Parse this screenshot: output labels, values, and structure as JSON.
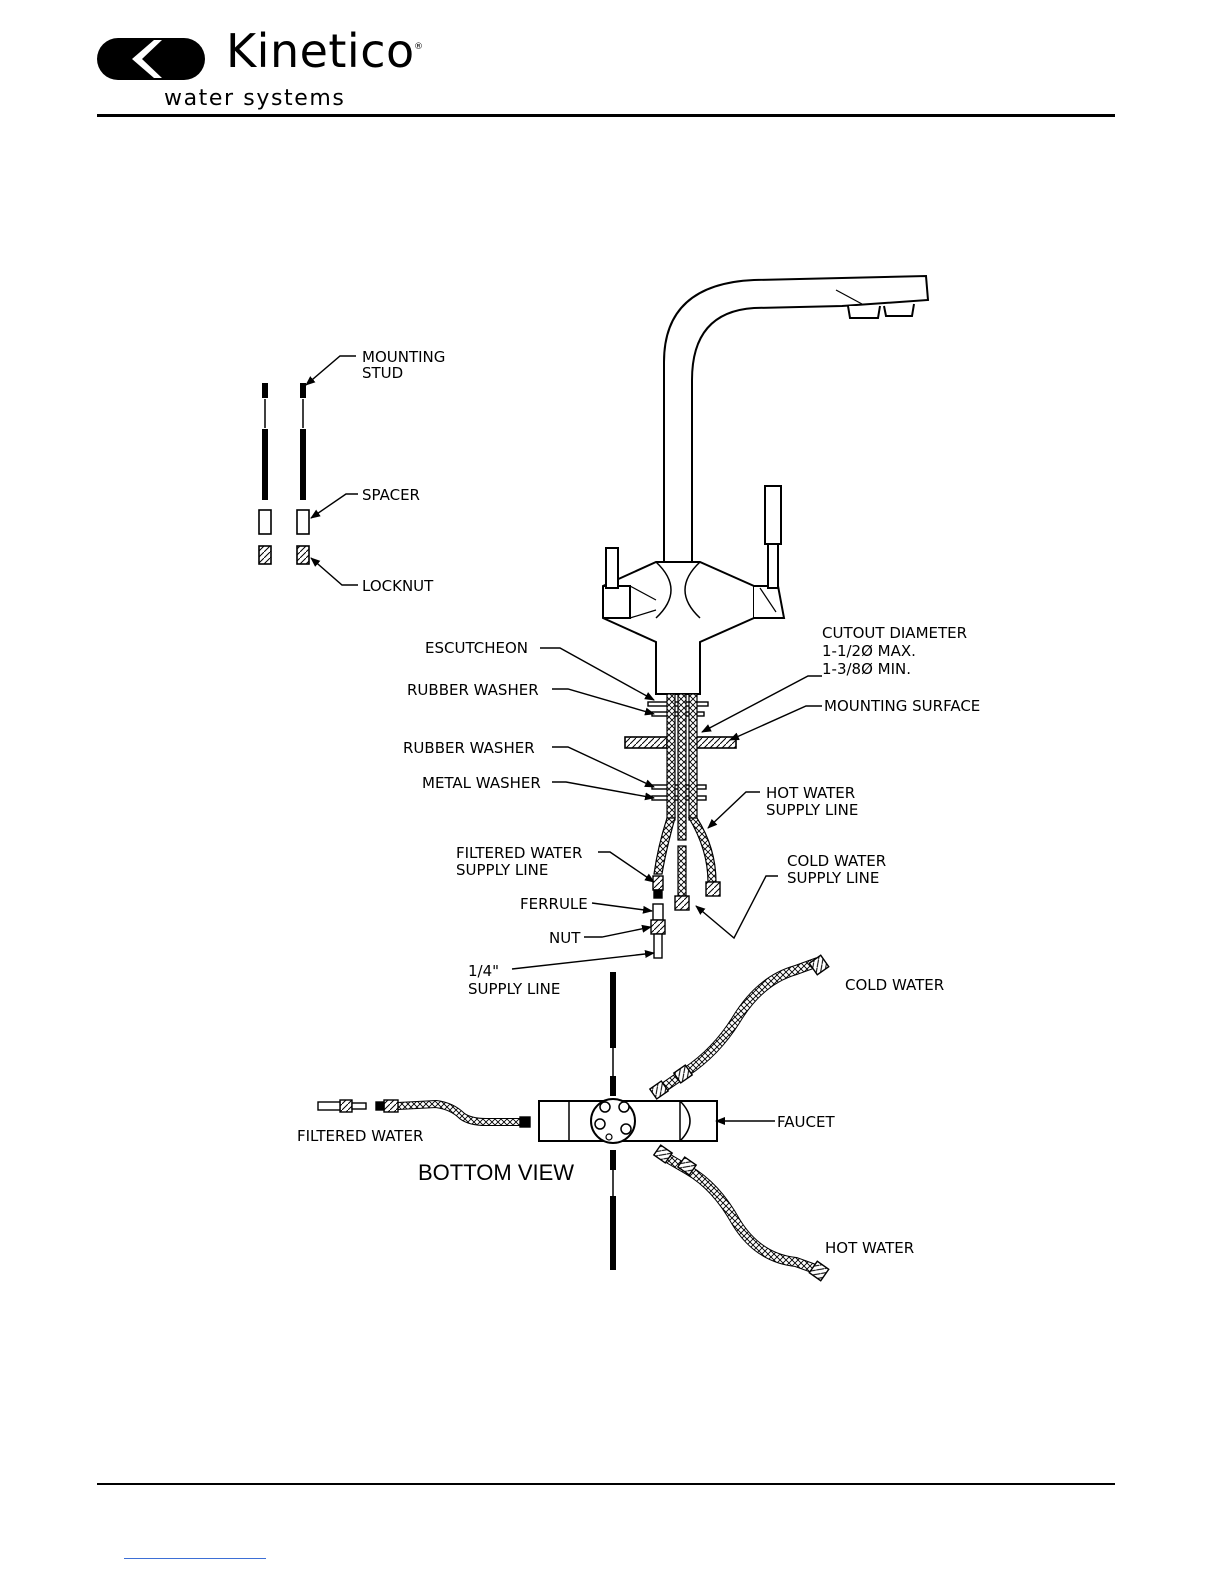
{
  "brand": {
    "name": "Kinetico",
    "registered_mark": "®",
    "tagline": "water systems",
    "logo_icon": "kinetico-logo-icon"
  },
  "labels": {
    "mounting_stud": [
      "MOUNTING",
      "STUD"
    ],
    "spacer": "SPACER",
    "locknut": "LOCKNUT",
    "escutcheon": "ESCUTCHEON",
    "rubber_washer_upper": "RUBBER WASHER",
    "rubber_washer_lower": "RUBBER WASHER",
    "metal_washer": "METAL WASHER",
    "cutout_diameter": [
      "CUTOUT DIAMETER",
      "1-1/2Ø MAX.",
      "1-3/8Ø MIN."
    ],
    "mounting_surface": "MOUNTING SURFACE",
    "hot_water_supply_line": [
      "HOT WATER",
      "SUPPLY LINE"
    ],
    "filtered_water_supply_line": [
      "FILTERED WATER",
      "SUPPLY LINE"
    ],
    "cold_water_supply_line": [
      "COLD WATER",
      "SUPPLY LINE"
    ],
    "ferrule": "FERRULE",
    "nut": "NUT",
    "quarter_inch_supply_line": [
      "1/4\"",
      "SUPPLY LINE"
    ],
    "cold_water": "COLD WATER",
    "faucet": "FAUCET",
    "filtered_water": "FILTERED WATER",
    "hot_water": "HOT WATER",
    "bottom_view": "BOTTOM VIEW"
  },
  "colors": {
    "line": "#000000",
    "background": "#ffffff",
    "link_underline": "#3d6fd6"
  }
}
